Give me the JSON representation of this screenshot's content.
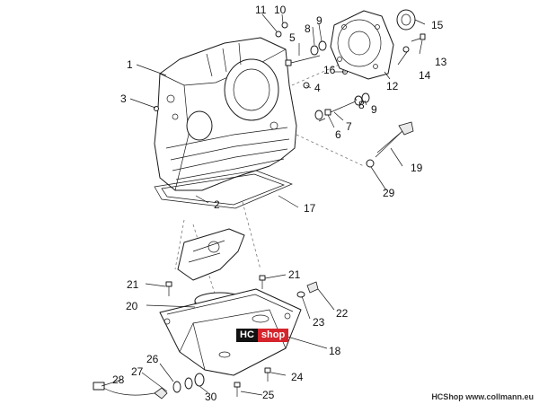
{
  "watermark": {
    "brand_a": "HC",
    "brand_b": "shop"
  },
  "credit": "HCShop www.collmann.eu",
  "callouts": {
    "c1": "1",
    "c2": "2",
    "c3": "3",
    "c4": "4",
    "c5": "5",
    "c6": "6",
    "c7": "7",
    "c8a": "8",
    "c8b": "8",
    "c9a": "9",
    "c9b": "9",
    "c10": "10",
    "c11": "11",
    "c12": "12",
    "c13": "13",
    "c14": "14",
    "c15": "15",
    "c16": "16",
    "c17": "17",
    "c18": "18",
    "c19": "19",
    "c20": "20",
    "c21a": "21",
    "c21b": "21",
    "c22": "22",
    "c23": "23",
    "c24": "24",
    "c25": "25",
    "c26": "26",
    "c27": "27",
    "c28": "28",
    "c29": "29",
    "c30": "30"
  }
}
